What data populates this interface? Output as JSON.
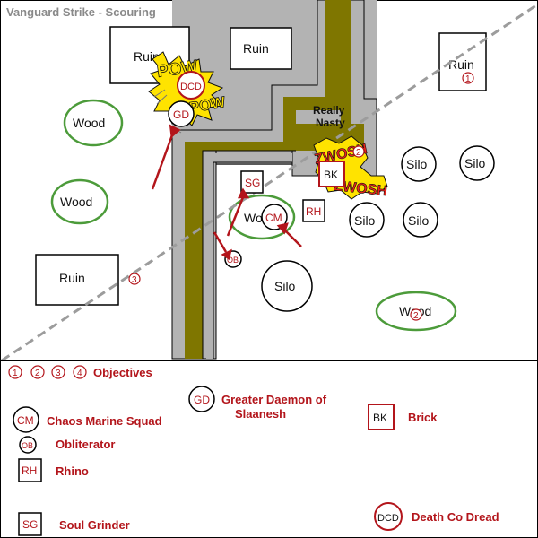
{
  "title": "Vanguard Strike - Scouring",
  "colors": {
    "road": "#7f7600",
    "road_edge": "#b3b3b3",
    "wood": "#4c9b3a",
    "red": "#b3151b",
    "pow": "#ffe300",
    "zwosh": "#e8221b"
  },
  "terrain": {
    "ruin_label": "Ruin",
    "wood_label": "Wood",
    "silo_label": "Silo",
    "wood_partial_label": "Wo",
    "really_nasty_line1": "Really",
    "really_nasty_line2": "Nasty"
  },
  "units": {
    "dcd": "DCD",
    "gd": "GD",
    "sg": "SG",
    "cm": "CM",
    "rh": "RH",
    "bk": "BK",
    "ob": "OB"
  },
  "objectives": {
    "one": "1",
    "two": "2",
    "three": "3",
    "four": "4"
  },
  "effects": {
    "pow": "POW",
    "pow2": "POW",
    "zwosh": "ZWOSH",
    "zwosh2": "ZWOSH"
  },
  "legend": {
    "objectives_label": "Objectives",
    "cm_label": "Chaos Marine Squad",
    "ob_label": "Obliterator",
    "rh_label": "Rhino",
    "sg_label": "Soul Grinder",
    "gd_label_line1": "Greater Daemon of",
    "gd_label_line2": "Slaanesh",
    "bk_label": "Brick",
    "dcd_label": "Death Co Dread"
  }
}
